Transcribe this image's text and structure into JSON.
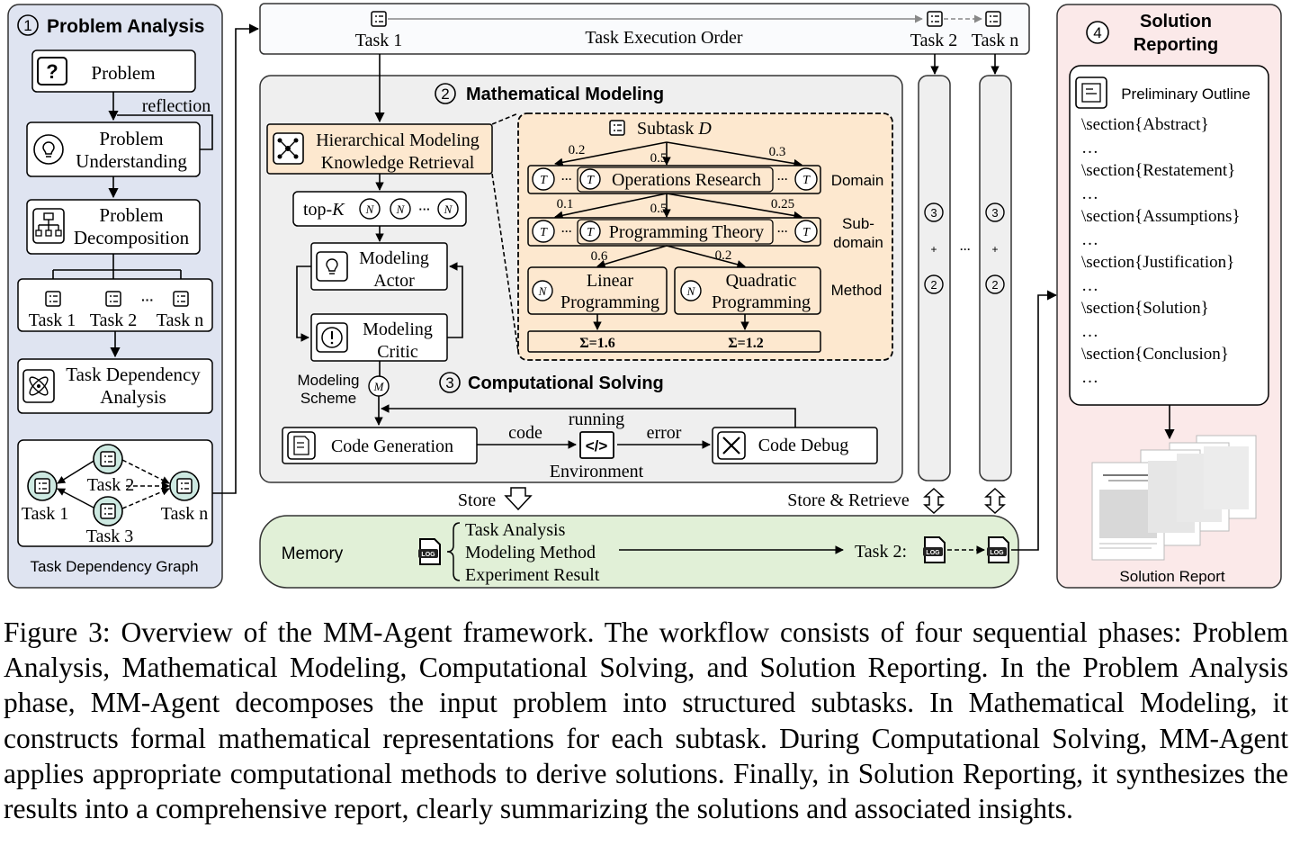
{
  "phase1": {
    "num": "1",
    "title": "Problem Analysis",
    "problem": "Problem",
    "problem_icon": "?",
    "reflection": "reflection",
    "understanding": [
      "Problem",
      "Understanding"
    ],
    "decomposition": [
      "Problem",
      "Decomposition"
    ],
    "tasks": [
      "Task 1",
      "Task 2",
      "Task n"
    ],
    "dependency": [
      "Task Dependency",
      "Analysis"
    ],
    "graph_nodes": [
      "Task 1",
      "Task 2",
      "Task 3",
      "Task n"
    ],
    "graph_label": "Task Dependency Graph"
  },
  "exec_bar": {
    "task1": "Task 1",
    "order": "Task Execution Order",
    "task2": "Task 2",
    "taskn": "Task n"
  },
  "phase2": {
    "num": "2",
    "title": "Mathematical Modeling",
    "retrieval": [
      "Hierarchical Modeling",
      "Knowledge Retrieval"
    ],
    "topk_prefix": "top-",
    "topk_k": "K",
    "node_symbol": "N",
    "actor": [
      "Modeling",
      "Actor"
    ],
    "critic": [
      "Modeling",
      "Critic"
    ],
    "scheme": [
      "Modeling",
      "Scheme"
    ],
    "scheme_symbol": "M",
    "tree": {
      "subtask_prefix": "Subtask ",
      "subtask_symbol": "D",
      "t_symbol": "T",
      "domain": "Operations Research",
      "subdomain": "Programming Theory",
      "level_domain": "Domain",
      "level_subdomain": [
        "Sub-",
        "domain"
      ],
      "level_method": "Method",
      "w_domain_left": "0.2",
      "w_domain_mid": "0.5",
      "w_domain_right": "0.3",
      "w_sub_left": "0.1",
      "w_sub_mid": "0.5",
      "w_sub_right": "0.25",
      "w_method_left": "0.6",
      "w_method_right": "0.2",
      "method_a": [
        "Linear",
        "Programming"
      ],
      "method_b": [
        "Quadratic",
        "Programming"
      ],
      "sum_a": "Σ=1.6",
      "sum_b": "Σ=1.2"
    }
  },
  "phase3": {
    "num": "3",
    "title": "Computational Solving",
    "code_gen": "Code Generation",
    "code": "code",
    "running": "running",
    "error": "error",
    "environment": "Environment",
    "code_debug": "Code Debug"
  },
  "columns": {
    "symbol_a": "3",
    "plus": "+",
    "symbol_b": "2"
  },
  "memory": {
    "store": "Store",
    "store_retrieve": "Store & Retrieve",
    "label": "Memory",
    "items": [
      "Task Analysis",
      "Modeling Method",
      "Experiment Result"
    ],
    "task2": "Task 2:",
    "log": "LOG"
  },
  "phase4": {
    "num": "4",
    "title": [
      "Solution",
      "Reporting"
    ],
    "outline_title": "Preliminary Outline",
    "sections": [
      "\\section{Abstract}",
      "\\section{Restatement}",
      "\\section{Assumptions}",
      "\\section{Justification}",
      "\\section{Solution}",
      "\\section{Conclusion}"
    ],
    "ellipsis": "…",
    "report_label": "Solution Report"
  },
  "caption": "Figure 3: Overview of the MM-Agent framework. The workflow consists of four sequential phases: Problem Analysis, Mathematical Modeling, Computational Solving, and Solution Reporting. In the Problem Analysis phase, MM-Agent decomposes the input problem into structured subtasks. In Mathematical Modeling, it constructs formal mathematical representations for each subtask. During Computational Solving, MM-Agent applies appropriate computational methods to derive solutions. Finally, in Solution Reporting, it synthesizes the results into a comprehensive report, clearly summarizing the solutions and associated insights.",
  "colors": {
    "phase1_bg": "#dfe4f1",
    "phase2_bg": "#efefef",
    "orange_bg": "#fde8cf",
    "memory_bg": "#e1f0d7",
    "phase4_bg": "#fbe9e9",
    "node_green": "#cde9e1"
  }
}
